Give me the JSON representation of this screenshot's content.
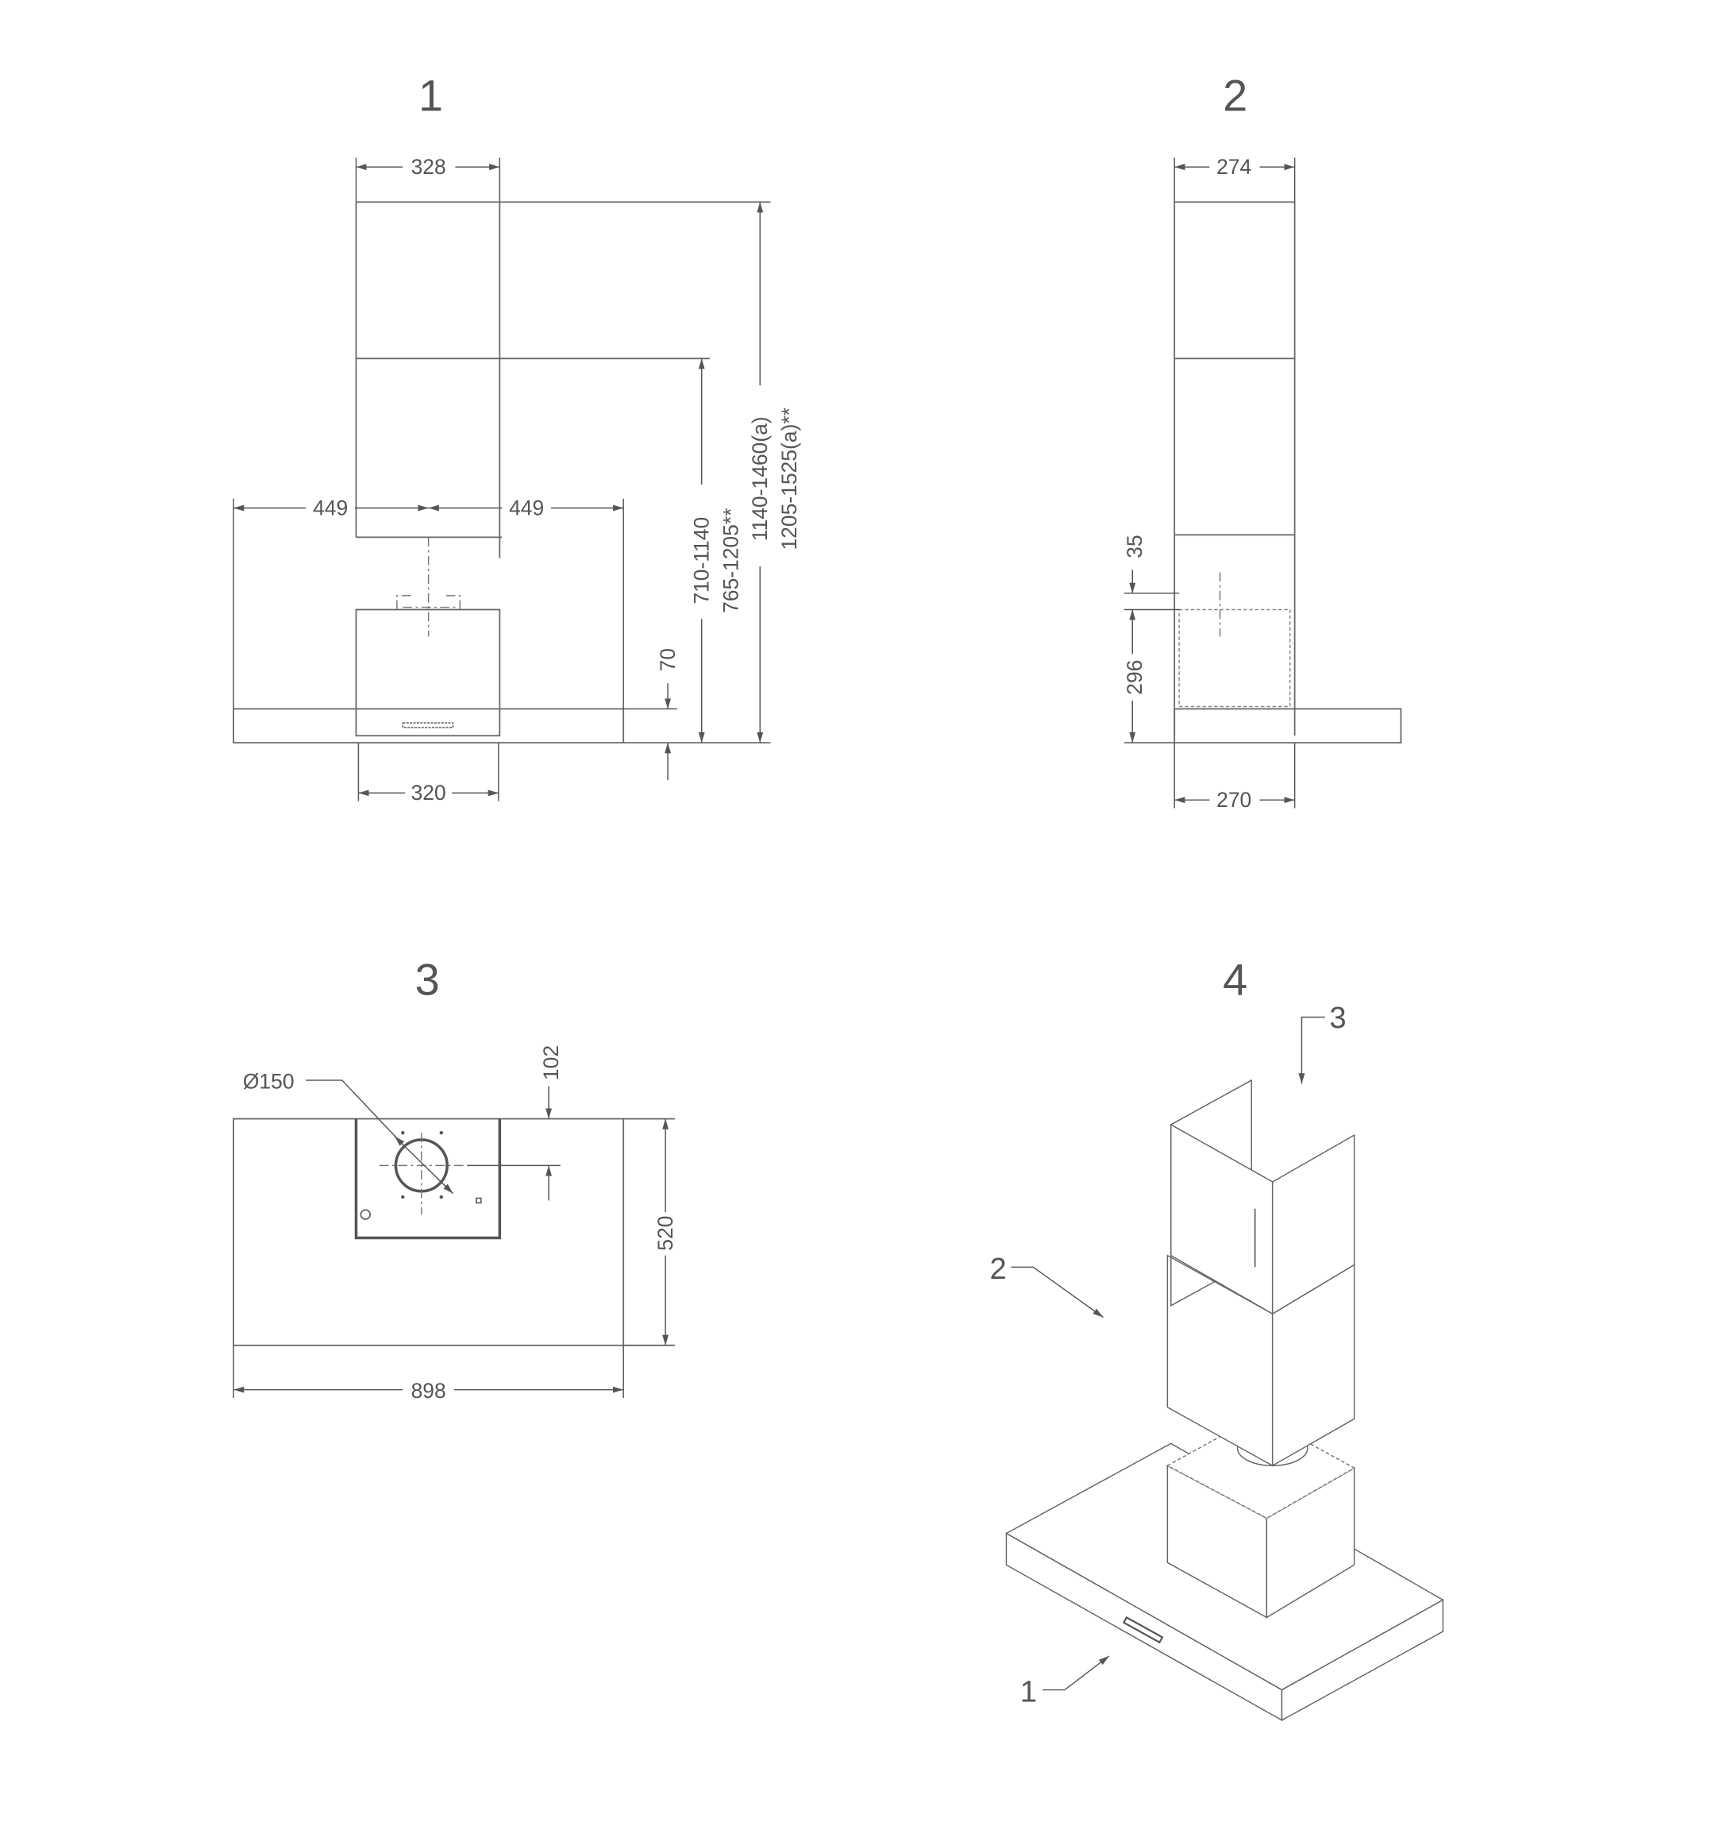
{
  "views": [
    {
      "title": "1",
      "dims": {
        "top_width": "328",
        "left_half": "449",
        "right_half": "449",
        "body_width": "320",
        "canopy_height": "70",
        "height_a_line1": "710-1140",
        "height_a_line2": "765-1205**",
        "height_b_line1": "1140-1460(a)",
        "height_b_line2": "1205-1525(a)**"
      }
    },
    {
      "title": "2",
      "dims": {
        "top_depth": "274",
        "body_depth": "270",
        "offset": "35",
        "body_height": "296"
      }
    },
    {
      "title": "3",
      "dims": {
        "diameter": "Ø150",
        "outlet_offset": "102",
        "depth": "520",
        "width": "898"
      }
    },
    {
      "title": "4",
      "callouts": [
        "1",
        "2",
        "3"
      ]
    }
  ],
  "colors": {
    "line": "#666666",
    "text": "#555555"
  }
}
